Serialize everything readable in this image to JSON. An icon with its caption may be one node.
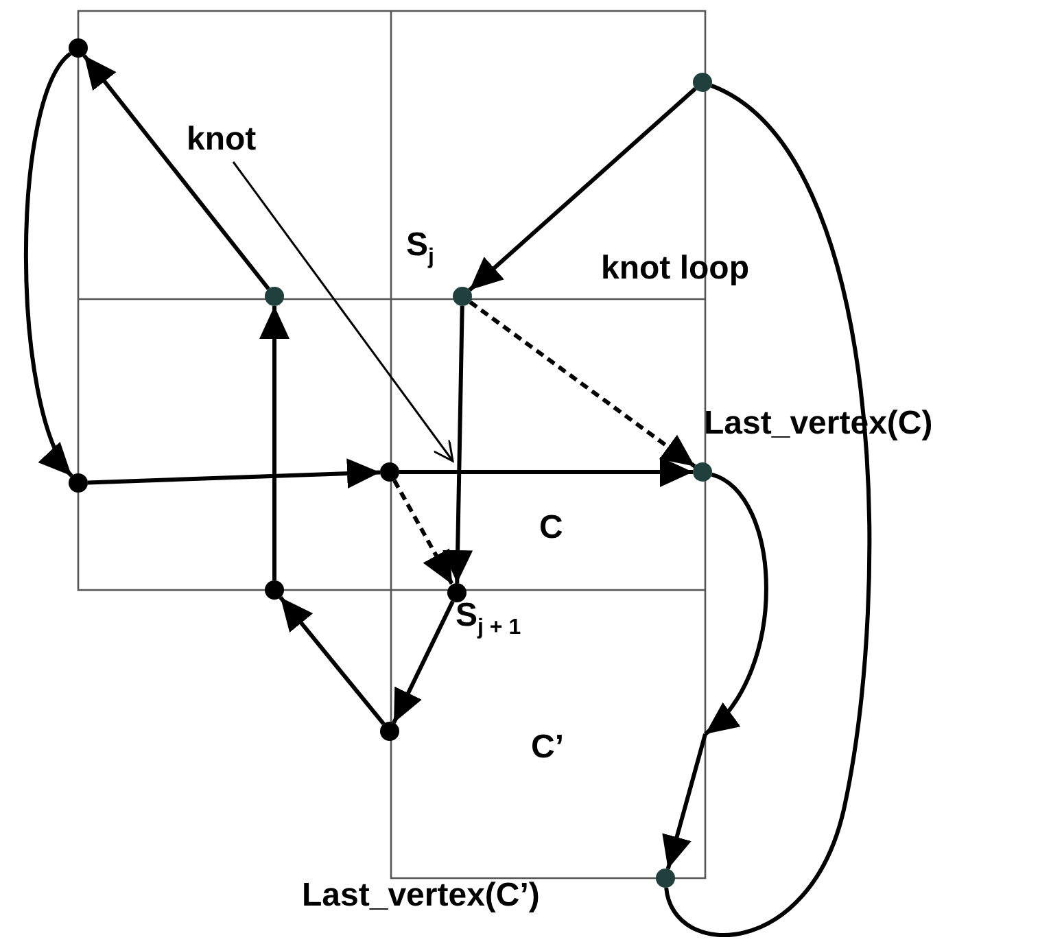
{
  "diagram": {
    "nodes": [
      {
        "text": [],
        "shape": "circle"
      },
      {
        "text": [],
        "shape": "circle"
      },
      {
        "text": [],
        "shape": "circle",
        "beside": [
          "S$_{j}$"
        ]
      },
      {
        "text": [],
        "shape": "circle"
      },
      {
        "text": [],
        "shape": "circle"
      },
      {
        "text": [],
        "shape": "circle"
      },
      {
        "text": [],
        "shape": "circle",
        "beside": [
          "Last_vertex(C)"
        ]
      },
      {
        "text": [],
        "shape": "circle"
      },
      {
        "text": [],
        "shape": "circle",
        "beside": [
          "S$_{j + 1}$"
        ]
      },
      {
        "text": [],
        "shape": "circle"
      },
      {
        "text": [],
        "shape": "circle",
        "beside": [
          "Last_vertex(C’)"
        ]
      },
      {
        "text": [
          "knot"
        ]
      }
    ],
    "edges": [
      {
        "from": 1,
        "to": 0,
        "arrow": "to"
      },
      {
        "from": 0,
        "to": 4,
        "arrow": "to"
      },
      {
        "from": 4,
        "to": 5,
        "arrow": "to"
      },
      {
        "from": 5,
        "to": 6,
        "arrow": "to"
      },
      {
        "from": 5,
        "to": 8,
        "arrow": "to",
        "style": "dashed"
      },
      {
        "from": 3,
        "to": 2,
        "arrow": "to"
      },
      {
        "from": 2,
        "to": 6,
        "arrow": "to",
        "style": "dashed"
      },
      {
        "from": 2,
        "to": 8,
        "arrow": "to"
      },
      {
        "from": 8,
        "to": 9,
        "arrow": "to"
      },
      {
        "from": 9,
        "to": 7,
        "arrow": "to"
      },
      {
        "from": 7,
        "to": 1,
        "arrow": "to"
      },
      {
        "from": 6,
        "to": null,
        "arrow": "to"
      },
      {
        "from": null,
        "to": 10,
        "arrow": "to"
      },
      {
        "from": 10,
        "to": 3,
        "arrow": "none"
      },
      {
        "from": 11,
        "to": null,
        "arrow": "to"
      }
    ],
    "labels": [
      "knot loop",
      "C",
      "C’"
    ]
  }
}
